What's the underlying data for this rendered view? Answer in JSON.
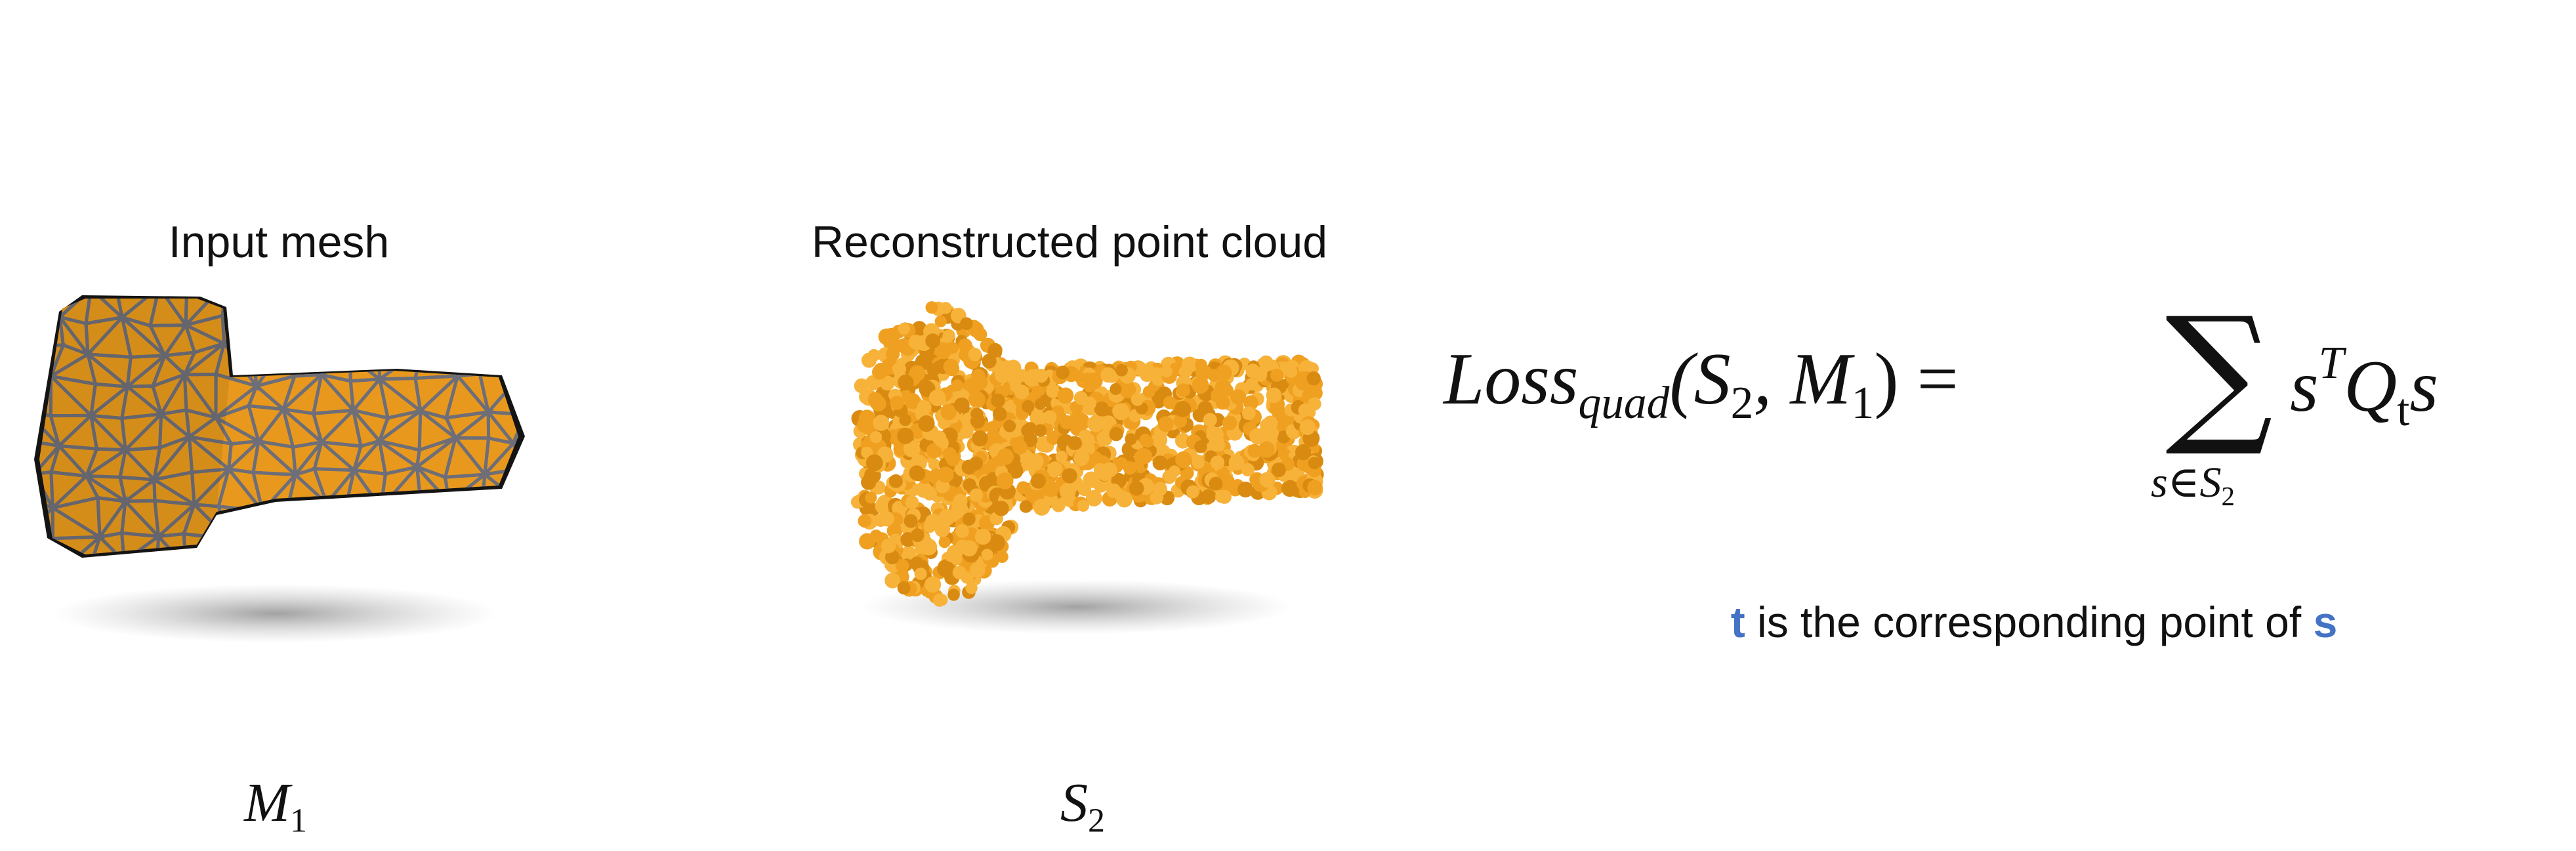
{
  "labels": {
    "input_mesh": "Input mesh",
    "reconstructed": "Reconstructed point cloud"
  },
  "symbols": {
    "mesh_symbol": "M",
    "mesh_sub": "1",
    "cloud_symbol": "S",
    "cloud_sub": "2"
  },
  "formula": {
    "lhs_name": "Loss",
    "lhs_sub": "quad",
    "lhs_args": "(S",
    "lhs_arg1_sub": "2",
    "lhs_mid": ", M",
    "lhs_arg2_sub": "1",
    "lhs_end": ") =",
    "sum_symbol": "∑",
    "under_var": "s∈S",
    "under_sub": "2",
    "rhs_s1": "s",
    "rhs_sup": "T",
    "rhs_q": "Q",
    "rhs_q_sub": "t",
    "rhs_s2": "s"
  },
  "note": {
    "t": "t",
    "middle": " is the corresponding point of ",
    "s": "s"
  },
  "colors": {
    "orange": "#f0a020",
    "mesh_lines": "#6e6e78",
    "accent_blue": "#4472c4"
  }
}
